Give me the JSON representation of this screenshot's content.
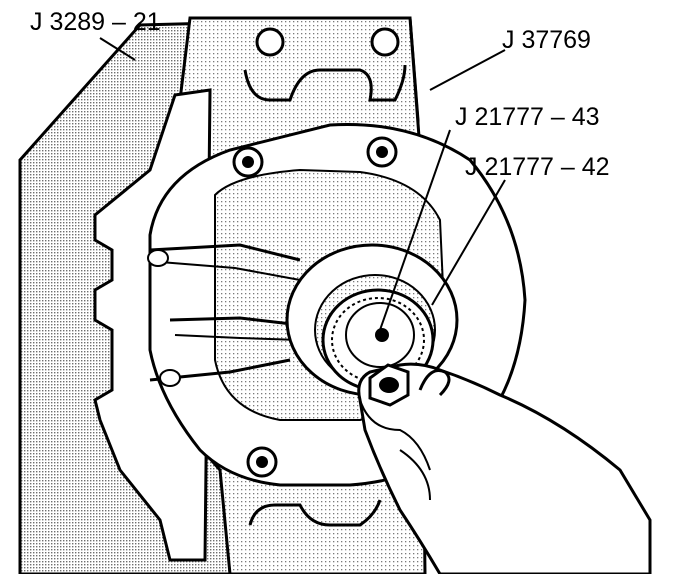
{
  "callouts": [
    {
      "id": "holding-fixture",
      "text": "J 3289 – 21"
    },
    {
      "id": "holding-fixture-adapter",
      "text": "J 37769"
    },
    {
      "id": "bolt-tool",
      "text": "J 21777 – 43"
    },
    {
      "id": "installer-tool",
      "text": "J 21777 – 42"
    }
  ],
  "colors": {
    "line": "#000000",
    "screen_tone": "#c8c8c8",
    "paper": "#ffffff"
  }
}
